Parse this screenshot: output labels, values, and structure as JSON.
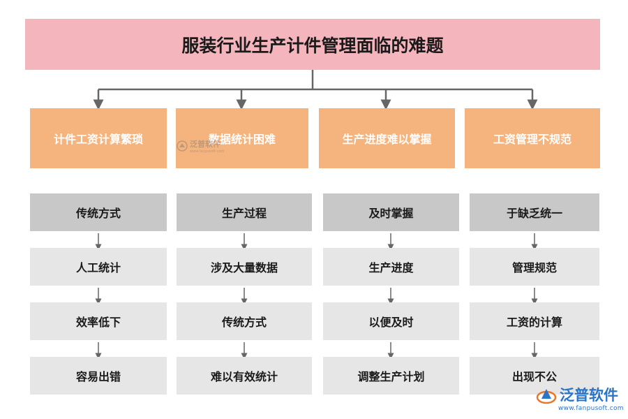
{
  "title": "服装行业生产计件管理面临的难题",
  "categories": [
    {
      "label": "计件工资计算繁琐",
      "steps": [
        "传统方式",
        "人工统计",
        "效率低下",
        "容易出错"
      ]
    },
    {
      "label": "数据统计困难",
      "steps": [
        "生产过程",
        "涉及大量数据",
        "传统方式",
        "难以有效统计"
      ]
    },
    {
      "label": "生产进度难以掌握",
      "steps": [
        "及时掌握",
        "生产进度",
        "以便及时",
        "调整生产计划"
      ]
    },
    {
      "label": "工资管理不规范",
      "steps": [
        "于缺乏统一",
        "管理规范",
        "工资的计算",
        "出现不公"
      ]
    }
  ],
  "watermark": {
    "name": "泛普软件",
    "url": "www.fanpusoft.com"
  },
  "colors": {
    "title_bg": "#f4b5bd",
    "category_bg": "#f5b47e",
    "step_first_bg": "#c8c8c8",
    "step_bg": "#e6e6e6",
    "connector": "#666666",
    "brand": "#2b74c7"
  }
}
